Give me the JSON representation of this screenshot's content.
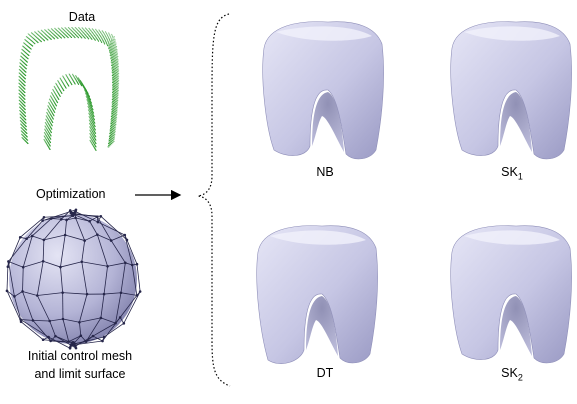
{
  "labels": {
    "data": "Data",
    "optimization": "Optimization",
    "initial_line1": "Initial control mesh",
    "initial_line2": "and limit surface"
  },
  "results": [
    {
      "name": "NB",
      "sub": ""
    },
    {
      "name": "SK",
      "sub": "1"
    },
    {
      "name": "DT",
      "sub": ""
    },
    {
      "name": "SK",
      "sub": "2"
    }
  ],
  "colors": {
    "point_cloud": "#2e9a2e",
    "surface": "#c9c9e6",
    "surface_dark": "#8e8eb8",
    "mesh_wire": "#26264a"
  }
}
